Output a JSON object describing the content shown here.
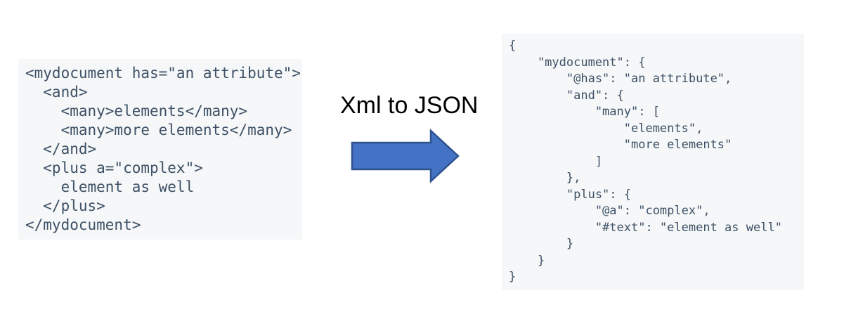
{
  "diagram": {
    "label": "Xml to JSON",
    "xml_panel": {
      "lines": [
        "<mydocument has=\"an attribute\">",
        "  <and>",
        "    <many>elements</many>",
        "    <many>more elements</many>",
        "  </and>",
        "  <plus a=\"complex\">",
        "    element as well",
        "  </plus>",
        "</mydocument>"
      ]
    },
    "json_panel": {
      "lines": [
        "{",
        "    \"mydocument\": {",
        "        \"@has\": \"an attribute\",",
        "        \"and\": {",
        "            \"many\": [",
        "                \"elements\",",
        "                \"more elements\"",
        "            ]",
        "        },",
        "        \"plus\": {",
        "            \"@a\": \"complex\",",
        "            \"#text\": \"element as well\"",
        "        }",
        "    }",
        "}"
      ]
    },
    "colors": {
      "code_background": "#f5f7f8",
      "code_text": "#3e5166",
      "arrow_fill": "#4472c4",
      "arrow_stroke": "#2f528f",
      "label_text": "#000000"
    }
  }
}
